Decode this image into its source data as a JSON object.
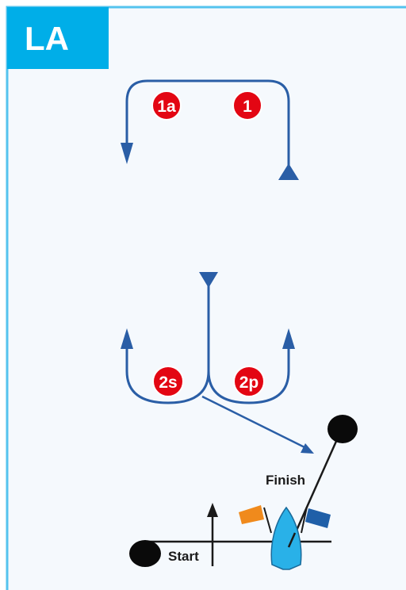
{
  "badge": {
    "text": "LA"
  },
  "marks": [
    {
      "id": "mark-1a",
      "label": "1a"
    },
    {
      "id": "mark-1",
      "label": "1"
    },
    {
      "id": "mark-2s",
      "label": "2s"
    },
    {
      "id": "mark-2p",
      "label": "2p"
    }
  ],
  "labels": {
    "finish": "Finish",
    "start": "Start"
  },
  "colors": {
    "panel_border": "#54c3ee",
    "panel_fill": "#f5f9fd",
    "badge": "#00aee8",
    "course_line": "#2a5ea6",
    "mark": "#e30613",
    "committee_boat": "#29b1e8",
    "flag_left": "#f08a1c",
    "flag_right": "#1f5fa8",
    "line": "#1a1a1a"
  }
}
